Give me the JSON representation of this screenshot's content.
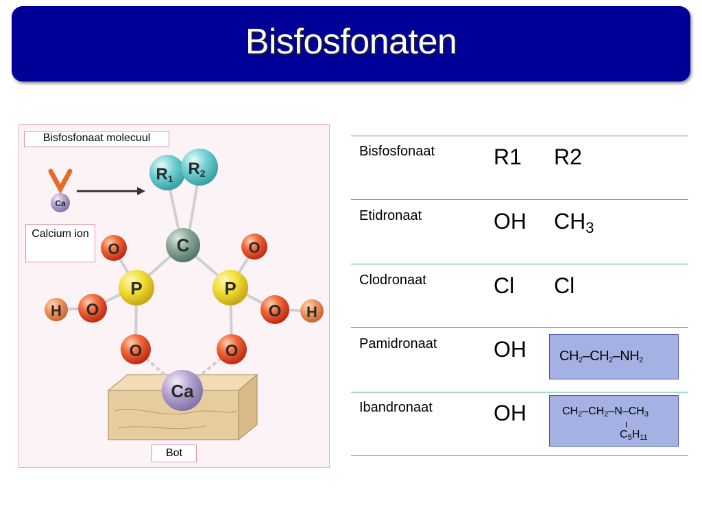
{
  "slide": {
    "title": "Bisfosfonaten"
  },
  "figure": {
    "molecule_label": "Bisfosfonaat molecuul",
    "calcium_label": "Calcium ion",
    "bone_label": "Bot",
    "atoms": {
      "r1": "R",
      "r1_sub": "1",
      "r2": "R",
      "r2_sub": "2",
      "carbon": "C",
      "phosphorus": "P",
      "oxygen": "O",
      "hydrogen": "H",
      "calcium": "Ca"
    },
    "colors": {
      "oxygen": "#e84a2a",
      "phosphorus": "#e8d21a",
      "carbon": "#7a9a8a",
      "r_group": "#5cc6c8",
      "hydrogen": "#e9864e",
      "calcium": "#a999c7",
      "bone": "#e6cda0"
    }
  },
  "table": {
    "header": {
      "name": "Bisfosfonaat",
      "r1": "R1",
      "r2": "R2"
    },
    "rows": [
      {
        "name": "Etidronaat",
        "r1": "OH",
        "r2": "CH",
        "r2_sub": "3"
      },
      {
        "name": "Clodronaat",
        "r1": "Cl",
        "r2": "Cl"
      },
      {
        "name": "Pamidronaat",
        "r1": "OH"
      },
      {
        "name": "Ibandronaat",
        "r1": "OH"
      }
    ],
    "formula_pamidronaat": {
      "p1": "CH",
      "s1": "2",
      "p2": "–CH",
      "s2": "2",
      "p3": "–NH",
      "s3": "2"
    },
    "formula_ibandronaat": {
      "p1": "CH",
      "s1": "2",
      "p2": "–CH",
      "s2": "2",
      "p3": "–N–CH",
      "s3": "3",
      "branch_a": "C",
      "branch_sa": "5",
      "branch_b": "H",
      "branch_sb": "11"
    },
    "line_color": "#3a9e9e"
  }
}
